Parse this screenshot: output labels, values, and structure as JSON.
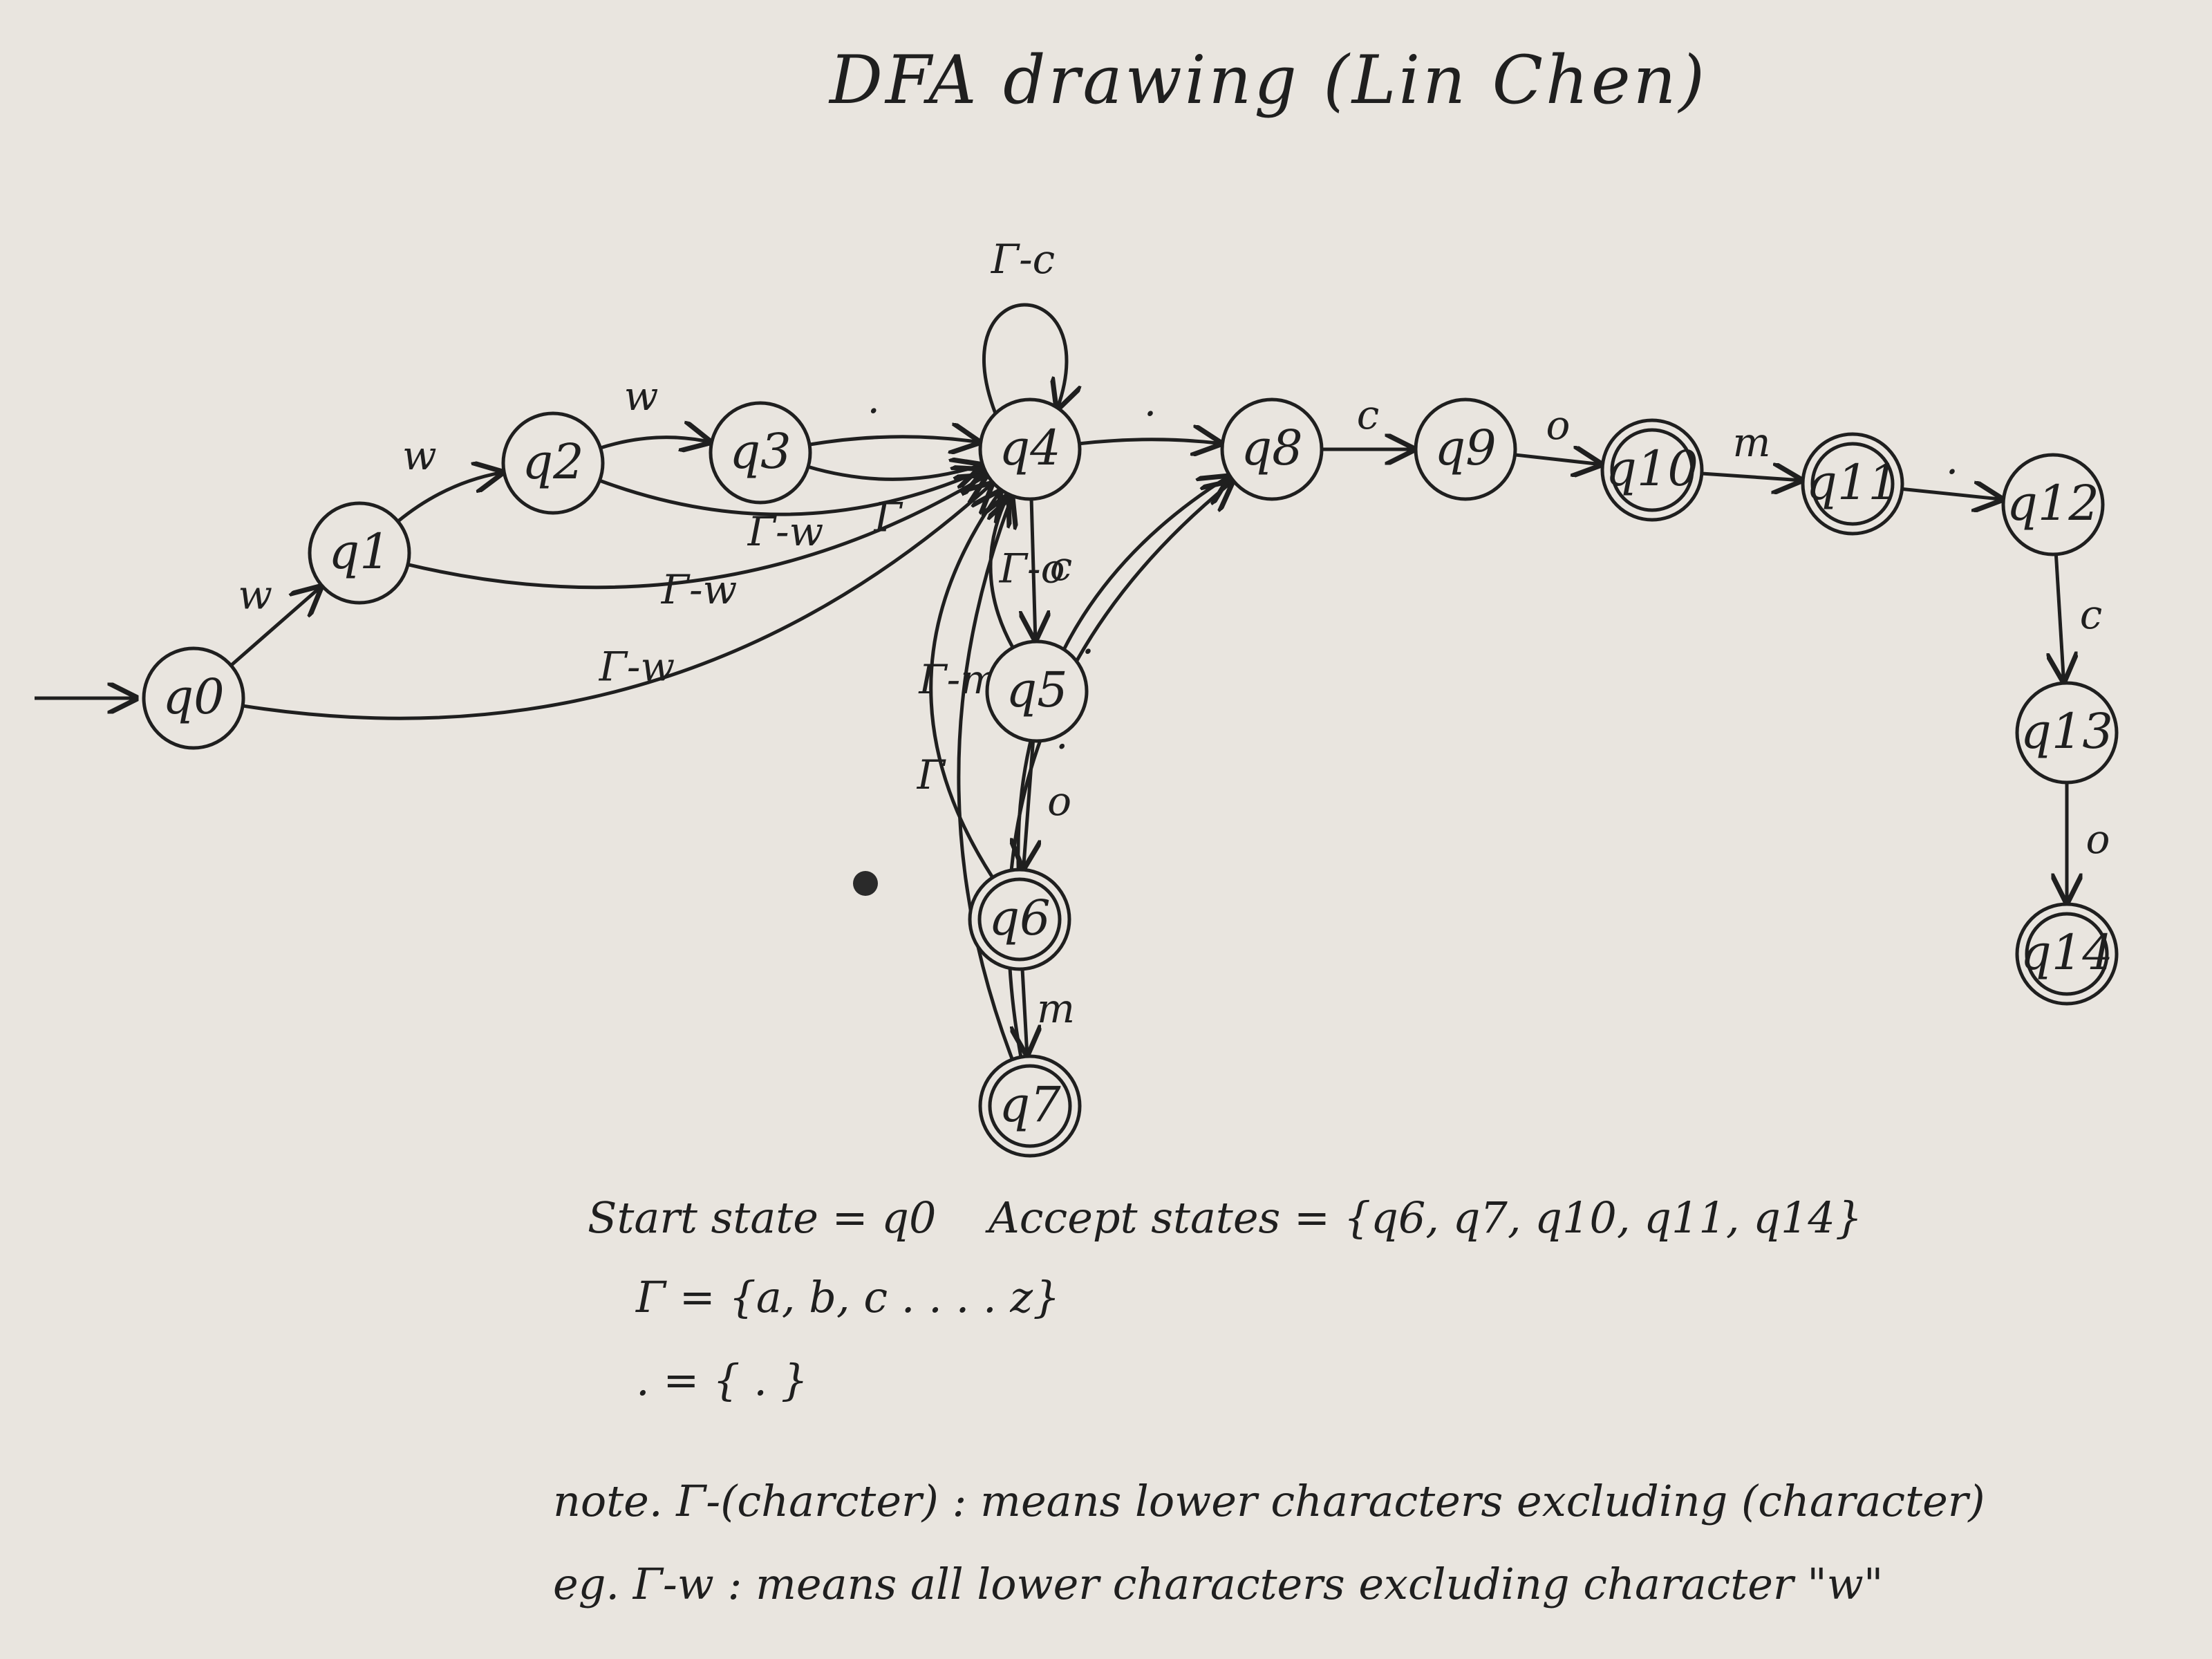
{
  "title": "DFA drawing (Lin Chen)",
  "states": [
    {
      "id": "q0",
      "label": "q0",
      "accept": false
    },
    {
      "id": "q1",
      "label": "q1",
      "accept": false
    },
    {
      "id": "q2",
      "label": "q2",
      "accept": false
    },
    {
      "id": "q3",
      "label": "q3",
      "accept": false
    },
    {
      "id": "q4",
      "label": "q4",
      "accept": false
    },
    {
      "id": "q5",
      "label": "q5",
      "accept": false
    },
    {
      "id": "q6",
      "label": "q6",
      "accept": true
    },
    {
      "id": "q7",
      "label": "q7",
      "accept": true
    },
    {
      "id": "q8",
      "label": "q8",
      "accept": false
    },
    {
      "id": "q9",
      "label": "q9",
      "accept": false
    },
    {
      "id": "q10",
      "label": "q10",
      "accept": true
    },
    {
      "id": "q11",
      "label": "q11",
      "accept": true
    },
    {
      "id": "q12",
      "label": "q12",
      "accept": false
    },
    {
      "id": "q13",
      "label": "q13",
      "accept": false
    },
    {
      "id": "q14",
      "label": "q14",
      "accept": true
    }
  ],
  "transitions": [
    {
      "from": "q0",
      "to": "q1",
      "label": "w"
    },
    {
      "from": "q1",
      "to": "q2",
      "label": "w"
    },
    {
      "from": "q2",
      "to": "q3",
      "label": "w"
    },
    {
      "from": "q3",
      "to": "q4",
      "label": "."
    },
    {
      "from": "q3",
      "to": "q4",
      "label": "Γ"
    },
    {
      "from": "q2",
      "to": "q4",
      "label": "Γ-w"
    },
    {
      "from": "q1",
      "to": "q4",
      "label": "Γ-w"
    },
    {
      "from": "q0",
      "to": "q4",
      "label": "Γ-w"
    },
    {
      "from": "q4",
      "to": "q4",
      "label": "Γ-c"
    },
    {
      "from": "q4",
      "to": "q8",
      "label": "."
    },
    {
      "from": "q4",
      "to": "q5",
      "label": "c"
    },
    {
      "from": "q5",
      "to": "q4",
      "label": "Γ-o"
    },
    {
      "from": "q5",
      "to": "q6",
      "label": "o"
    },
    {
      "from": "q6",
      "to": "q4",
      "label": "Γ-m"
    },
    {
      "from": "q6",
      "to": "q7",
      "label": "m"
    },
    {
      "from": "q6",
      "to": "q8",
      "label": "."
    },
    {
      "from": "q7",
      "to": "q8",
      "label": "."
    },
    {
      "from": "q7",
      "to": "q4",
      "label": "Γ"
    },
    {
      "from": "q8",
      "to": "q9",
      "label": "c"
    },
    {
      "from": "q9",
      "to": "q10",
      "label": "o"
    },
    {
      "from": "q10",
      "to": "q11",
      "label": "m"
    },
    {
      "from": "q11",
      "to": "q12",
      "label": "."
    },
    {
      "from": "q12",
      "to": "q13",
      "label": "c"
    },
    {
      "from": "q13",
      "to": "q14",
      "label": "o"
    }
  ],
  "notes": {
    "start": "Start state = q0",
    "accept": "Accept states = {q6, q7, q10, q11, q14}",
    "gamma": "Γ = {a, b, c . . . . z}",
    "dot": ". = { . }",
    "note1": "note. Γ-(charcter) : means lower characters excluding (character)",
    "note2": "eg.  Γ-w : means all lower characters excluding character \"w\""
  },
  "colors": {
    "ink": "#1f1f1f",
    "paper": "#e9e5df"
  }
}
